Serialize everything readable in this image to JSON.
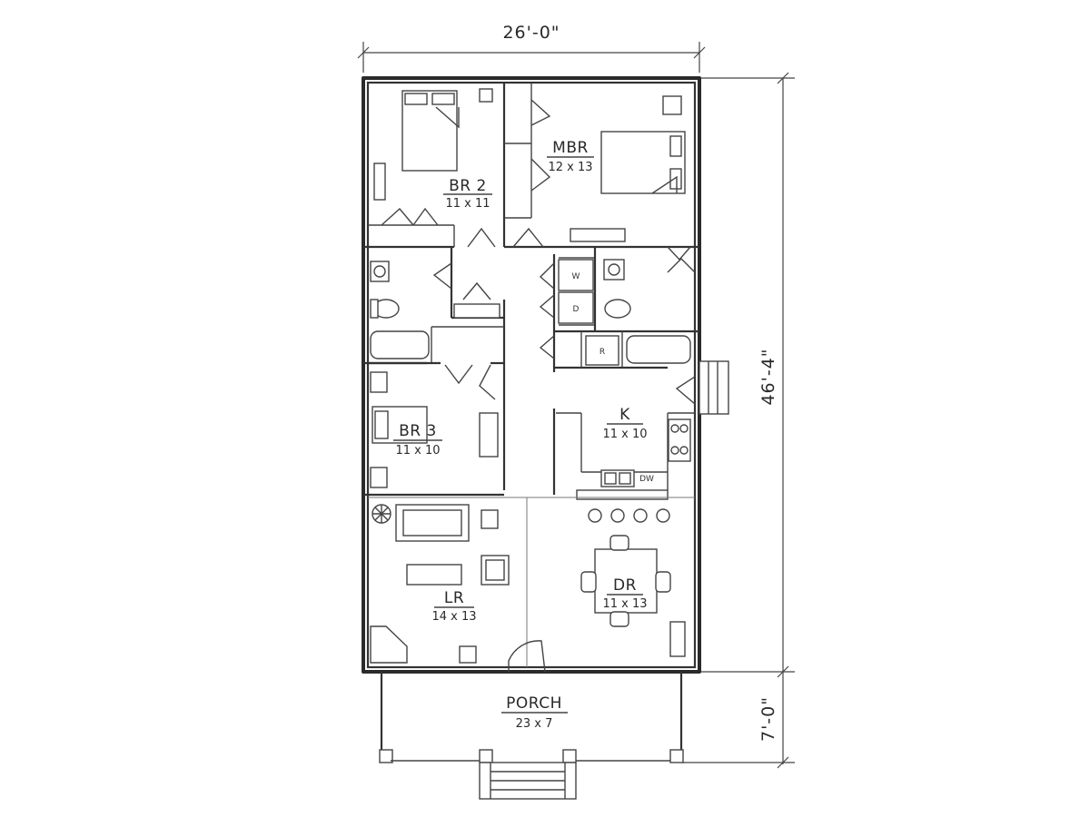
{
  "dimensions": {
    "width": "26'-0\"",
    "depth": "46'-4\"",
    "porch_depth": "7'-0\""
  },
  "rooms": {
    "br2": {
      "name": "BR 2",
      "size": "11 x 11"
    },
    "mbr": {
      "name": "MBR",
      "size": "12 x 13"
    },
    "br3": {
      "name": "BR 3",
      "size": "11 x 10"
    },
    "k": {
      "name": "K",
      "size": "11 x 10"
    },
    "lr": {
      "name": "LR",
      "size": "14 x 13"
    },
    "dr": {
      "name": "DR",
      "size": "11 x 13"
    },
    "porch": {
      "name": "PORCH",
      "size": "23 x 7"
    }
  },
  "appliances": {
    "washer": "W",
    "dryer": "D",
    "refrigerator": "R",
    "dishwasher": "DW"
  }
}
